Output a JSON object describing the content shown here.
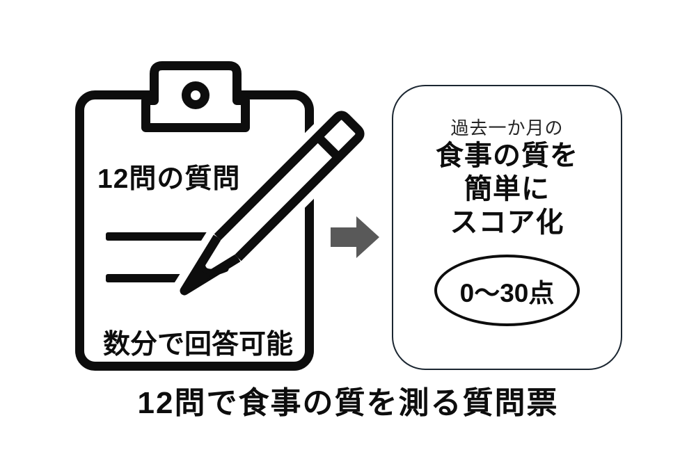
{
  "page": {
    "background": "#ffffff",
    "ink_color": "#0d0d0d"
  },
  "clipboard": {
    "title": "12問の質問",
    "note": "数分で回答可能"
  },
  "arrow": {
    "color": "#595959"
  },
  "result_box": {
    "border_color": "#1b2631",
    "intro": "過去一か月の",
    "lines": [
      "食事の質を",
      "簡単に",
      "スコア化"
    ],
    "score": "0〜30点"
  },
  "caption": {
    "text": "12問で食事の質を測る質問票"
  }
}
